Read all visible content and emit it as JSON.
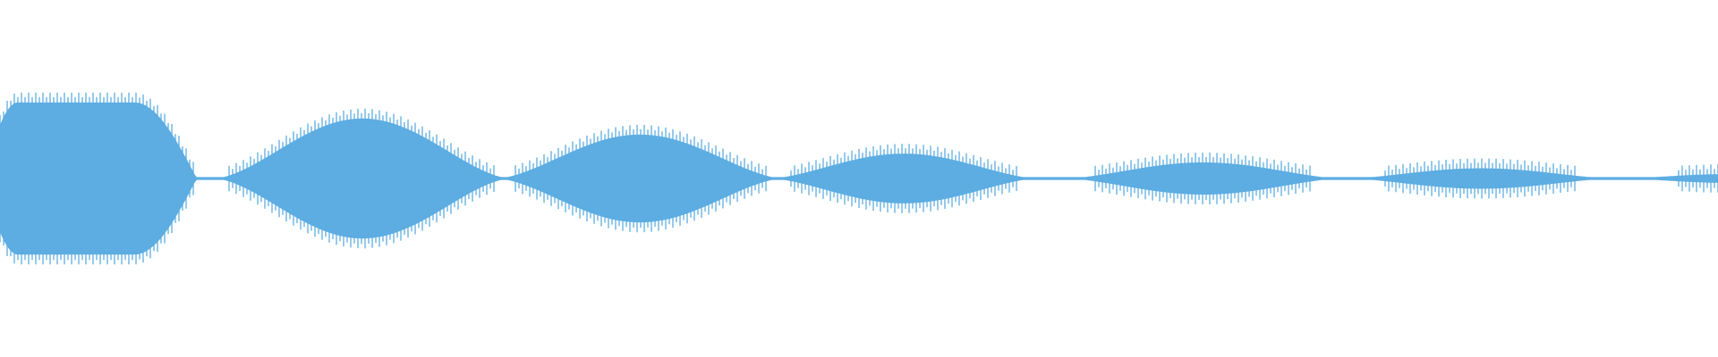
{
  "waveform": {
    "color": "#5DADE2",
    "background": "#FFFFFF",
    "lobe_peaks": [
      0.52,
      0.41,
      0.3,
      0.17,
      0.11,
      0.07,
      0.03
    ],
    "valley_floor": 0.01
  }
}
